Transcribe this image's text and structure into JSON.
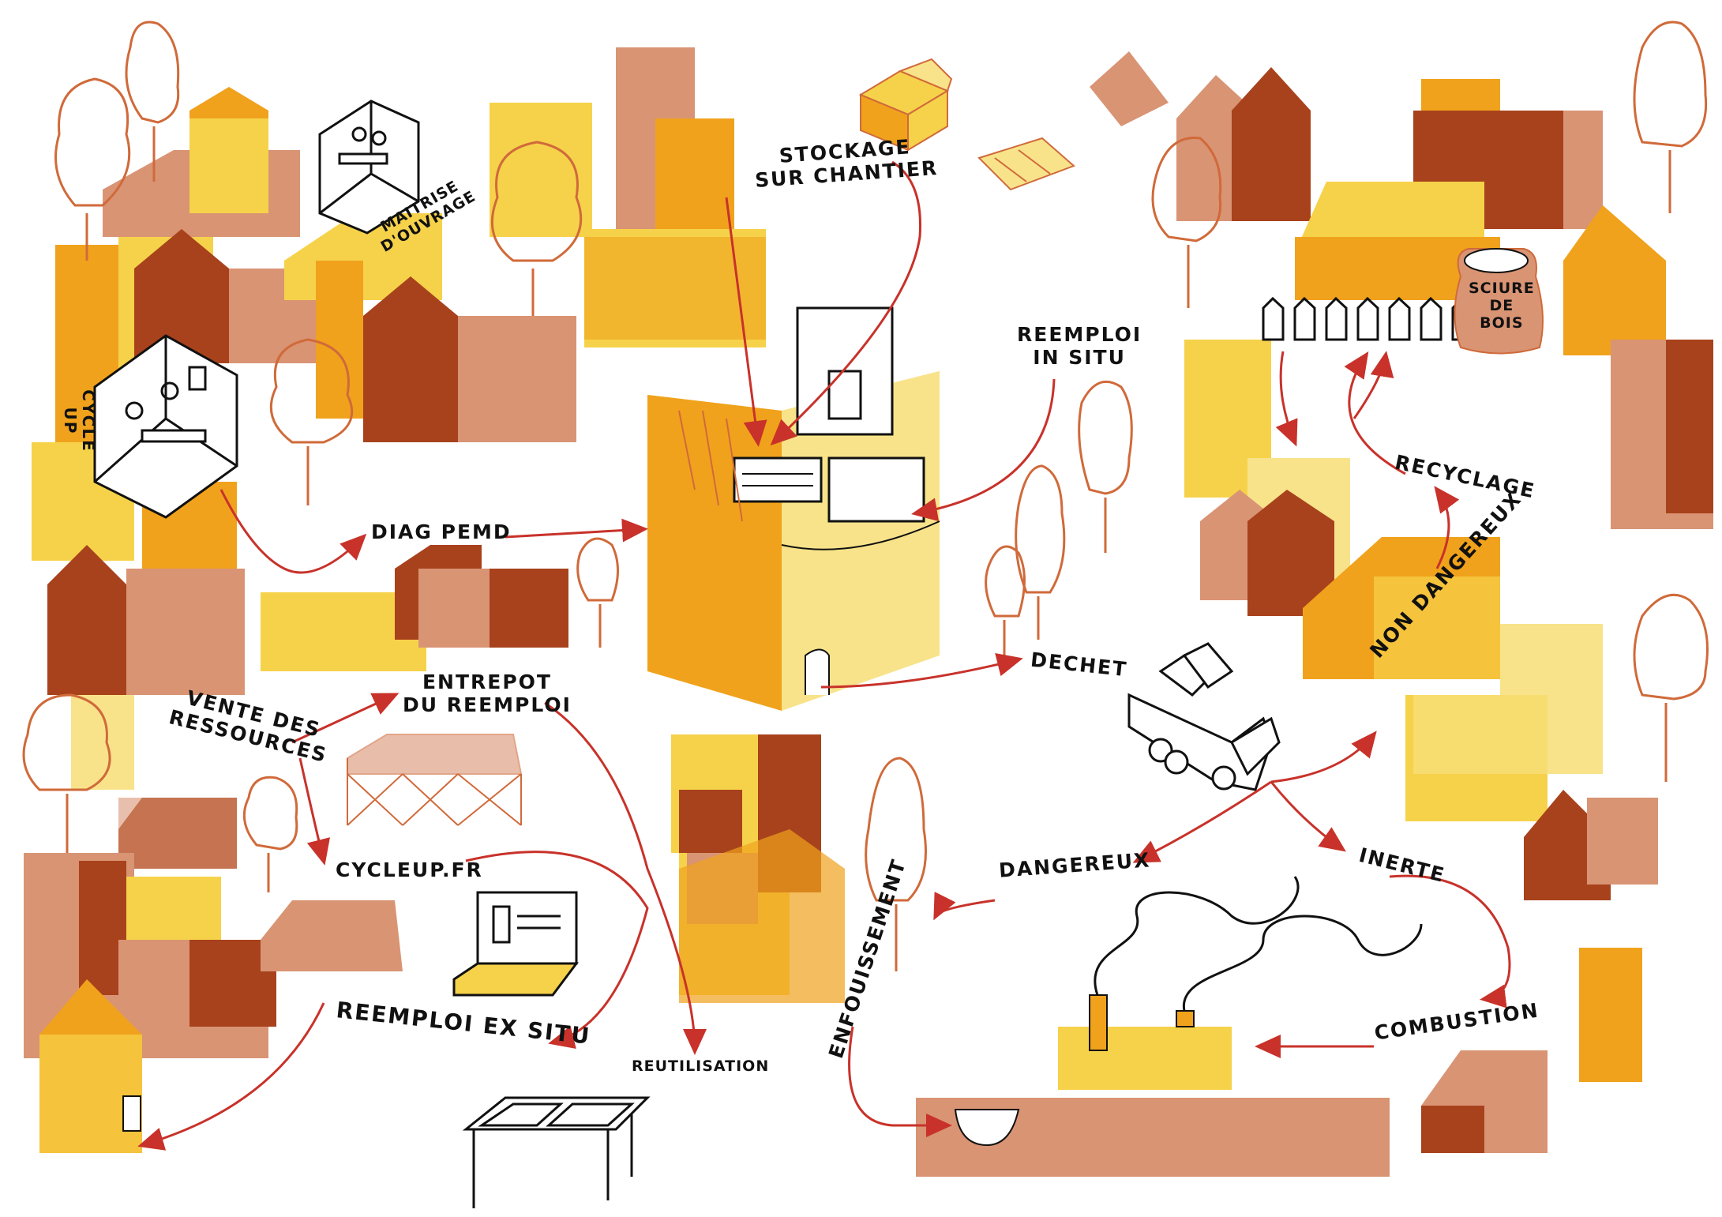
{
  "labels": {
    "maitrise": [
      "MAITRISE",
      "D'OUVRAGE"
    ],
    "cycle_up": [
      "CYCLE",
      "UP"
    ],
    "stockage": [
      "STOCKAGE",
      "SUR CHANTIER"
    ],
    "reemploi_in_situ": [
      "REEMPLOI",
      "IN SITU"
    ],
    "sciure": [
      "SCIURE",
      "DE",
      "BOIS"
    ],
    "recyclage": "RECYCLAGE",
    "diag_pemd": "DIAG PEMD",
    "non_dangereux": "NON DANGEREUX",
    "entrepot": [
      "ENTREPOT",
      "DU REEMPLOI"
    ],
    "vente": [
      "VENTE DES",
      "RESSOURCES"
    ],
    "dechet": "DECHET",
    "cycleup_fr": "CYCLEUP.FR",
    "dangereux": "DANGEREUX",
    "inerte": "INERTE",
    "enfouissement": "ENFOUISSEMENT",
    "combustion": "COMBUSTION",
    "reemploi_ex_situ": "REEMPLOI EX SITU",
    "reutilisation": "REUTILISATION"
  },
  "colors": {
    "yellow": "#f6d24a",
    "light_yellow": "#f8e38a",
    "orange": "#f0a21c",
    "brown": "#a8421c",
    "tan": "#d99474",
    "arrow": "#c8322a",
    "line": "#d06a3a"
  }
}
